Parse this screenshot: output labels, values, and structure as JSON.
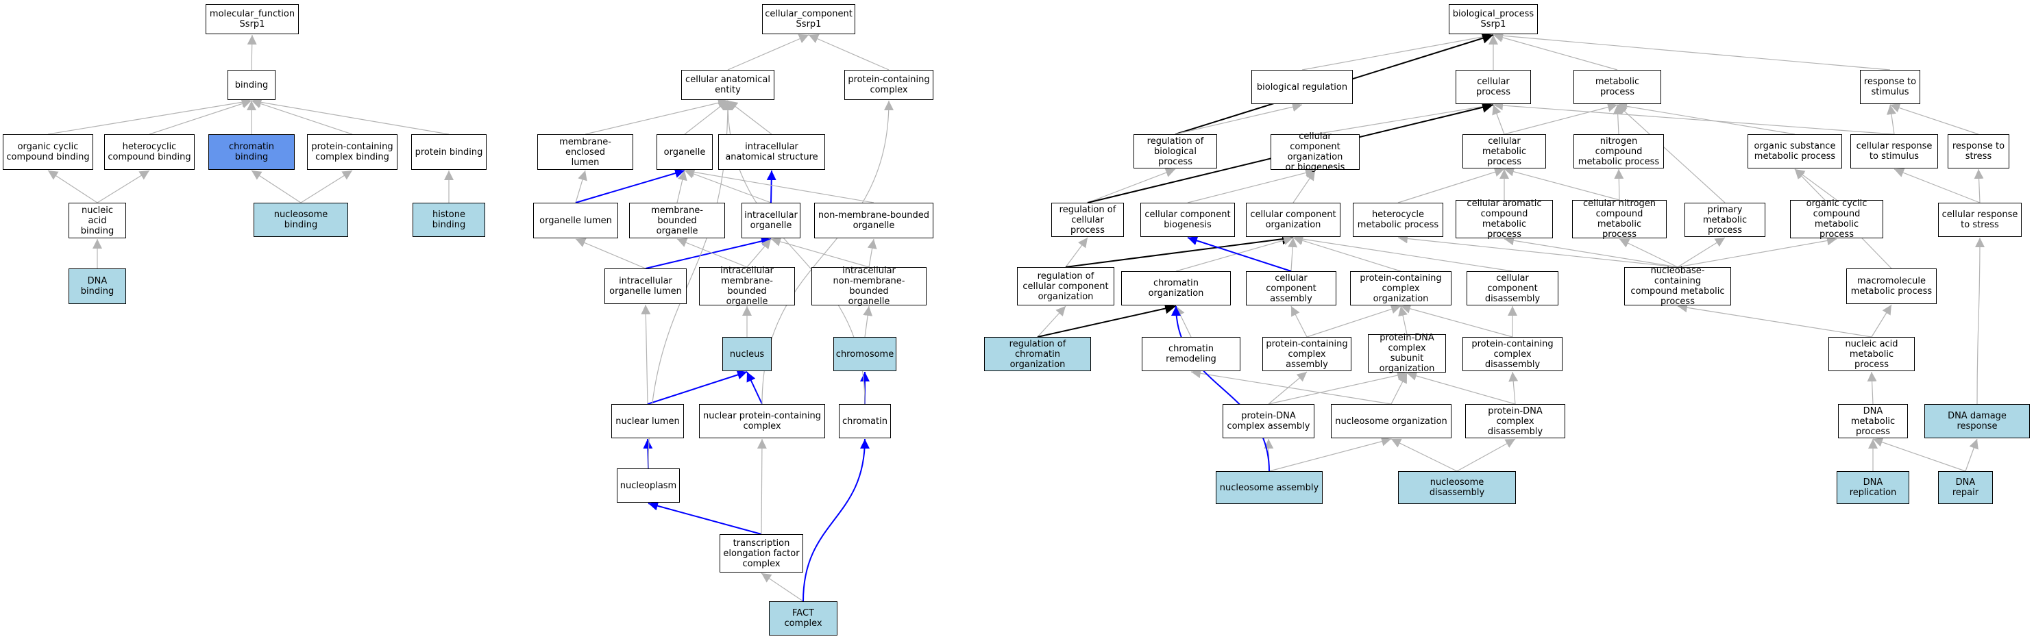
{
  "palette": {
    "edge_grey": "#b3b3b3",
    "edge_blue": "#0000ff",
    "edge_black": "#000000",
    "node_highlight": "#add8e6",
    "node_focus": "#6495ed",
    "node_default": "#ffffff"
  },
  "nodes": {
    "mf_root": "molecular_function\nSsrp1",
    "binding": "binding",
    "organic_cyclic_binding": "organic cyclic\ncompound binding",
    "heterocyclic_binding": "heterocyclic\ncompound binding",
    "chromatin_binding": "chromatin binding",
    "protein_containing_complex_binding": "protein-containing\ncomplex binding",
    "protein_binding": "protein binding",
    "nucleic_acid_binding": "nucleic acid\nbinding",
    "nucleosome_binding": "nucleosome binding",
    "histone_binding": "histone binding",
    "dna_binding": "DNA binding",
    "cc_root": "cellular_component\nSsrp1",
    "cellular_anatomical_entity": "cellular anatomical\nentity",
    "protein_containing_complex": "protein-containing\ncomplex",
    "membrane_enclosed_lumen": "membrane-enclosed\nlumen",
    "organelle": "organelle",
    "intracellular_anatomical_structure": "intracellular\nanatomical structure",
    "organelle_lumen": "organelle lumen",
    "membrane_bounded_organelle": "membrane-bounded\norganelle",
    "intracellular_organelle": "intracellular\norganelle",
    "non_membrane_bounded_organelle": "non-membrane-bounded\norganelle",
    "intracellular_organelle_lumen": "intracellular\norganelle lumen",
    "intracellular_membrane_bounded_organelle": "intracellular\nmembrane-bounded\norganelle",
    "intracellular_non_membrane_bounded_organelle": "intracellular\nnon-membrane-bounded\norganelle",
    "nucleus": "nucleus",
    "chromosome": "chromosome",
    "nuclear_lumen": "nuclear lumen",
    "nuclear_protein_containing_complex": "nuclear protein-containing\ncomplex",
    "chromatin": "chromatin",
    "nucleoplasm": "nucleoplasm",
    "transcription_elongation_factor_complex": "transcription\nelongation factor\ncomplex",
    "fact_complex": "FACT complex",
    "bp_root": "biological_process\nSsrp1",
    "biological_regulation": "biological regulation",
    "cellular_process": "cellular process",
    "metabolic_process": "metabolic process",
    "response_to_stimulus": "response to\nstimulus",
    "regulation_of_biological_process": "regulation of\nbiological process",
    "cellular_component_organization_or_biogenesis": "cellular component\norganization\nor biogenesis",
    "cellular_metabolic_process": "cellular metabolic\nprocess",
    "nitrogen_compound_metabolic_process": "nitrogen compound\nmetabolic process",
    "organic_substance_metabolic_process": "organic substance\nmetabolic process",
    "cellular_response_to_stimulus": "cellular response\nto stimulus",
    "response_to_stress": "response to\nstress",
    "regulation_of_cellular_process": "regulation of\ncellular process",
    "cellular_component_biogenesis": "cellular component\nbiogenesis",
    "cellular_component_organization": "cellular component\norganization",
    "heterocycle_metabolic_process": "heterocycle\nmetabolic process",
    "cellular_aromatic_compound_metabolic_process": "cellular aromatic\ncompound metabolic\nprocess",
    "cellular_nitrogen_compound_metabolic_process": "cellular nitrogen\ncompound metabolic\nprocess",
    "primary_metabolic_process": "primary metabolic\nprocess",
    "organic_cyclic_compound_metabolic_process": "organic cyclic\ncompound metabolic\nprocess",
    "cellular_response_to_stress": "cellular response\nto stress",
    "regulation_of_cellular_component_organization": "regulation of\ncellular component\norganization",
    "chromatin_organization": "chromatin organization",
    "cellular_component_assembly": "cellular component\nassembly",
    "protein_containing_complex_organization": "protein-containing\ncomplex organization",
    "cellular_component_disassembly": "cellular component\ndisassembly",
    "nucleobase_containing_compound_metabolic_process": "nucleobase-containing\ncompound metabolic\nprocess",
    "macromolecule_metabolic_process": "macromolecule\nmetabolic process",
    "regulation_of_chromatin_organization": "regulation of\nchromatin organization",
    "chromatin_remodeling": "chromatin remodeling",
    "protein_containing_complex_assembly": "protein-containing\ncomplex assembly",
    "protein_dna_complex_subunit_organization": "protein-DNA\ncomplex subunit\norganization",
    "protein_containing_complex_disassembly": "protein-containing\ncomplex disassembly",
    "nucleic_acid_metabolic_process": "nucleic acid\nmetabolic process",
    "protein_dna_complex_assembly": "protein-DNA\ncomplex assembly",
    "nucleosome_organization": "nucleosome organization",
    "protein_dna_complex_disassembly": "protein-DNA\ncomplex disassembly",
    "dna_metabolic_process": "DNA metabolic\nprocess",
    "dna_damage_response": "DNA damage response",
    "nucleosome_assembly": "nucleosome assembly",
    "nucleosome_disassembly": "nucleosome disassembly",
    "dna_replication": "DNA replication",
    "dna_repair": "DNA repair"
  },
  "node_status": {
    "chromatin_binding": "focus",
    "nucleosome_binding": "highlight",
    "histone_binding": "highlight",
    "dna_binding": "highlight",
    "nucleus": "highlight",
    "chromosome": "highlight",
    "fact_complex": "highlight",
    "regulation_of_chromatin_organization": "highlight",
    "nucleosome_assembly": "highlight",
    "nucleosome_disassembly": "highlight",
    "dna_replication": "highlight",
    "dna_repair": "highlight",
    "dna_damage_response": "highlight"
  },
  "edges": [
    [
      "binding",
      "mf_root",
      "grey"
    ],
    [
      "organic_cyclic_binding",
      "binding",
      "grey"
    ],
    [
      "heterocyclic_binding",
      "binding",
      "grey"
    ],
    [
      "chromatin_binding",
      "binding",
      "grey"
    ],
    [
      "protein_containing_complex_binding",
      "binding",
      "grey"
    ],
    [
      "protein_binding",
      "binding",
      "grey"
    ],
    [
      "nucleic_acid_binding",
      "organic_cyclic_binding",
      "grey"
    ],
    [
      "nucleic_acid_binding",
      "heterocyclic_binding",
      "grey"
    ],
    [
      "nucleosome_binding",
      "chromatin_binding",
      "grey"
    ],
    [
      "nucleosome_binding",
      "protein_containing_complex_binding",
      "grey"
    ],
    [
      "histone_binding",
      "protein_binding",
      "grey"
    ],
    [
      "dna_binding",
      "nucleic_acid_binding",
      "grey"
    ],
    [
      "cellular_anatomical_entity",
      "cc_root",
      "grey"
    ],
    [
      "protein_containing_complex",
      "cc_root",
      "grey"
    ],
    [
      "membrane_enclosed_lumen",
      "cellular_anatomical_entity",
      "grey"
    ],
    [
      "organelle",
      "cellular_anatomical_entity",
      "grey"
    ],
    [
      "intracellular_anatomical_structure",
      "cellular_anatomical_entity",
      "grey"
    ],
    [
      "organelle_lumen",
      "membrane_enclosed_lumen",
      "grey"
    ],
    [
      "organelle_lumen",
      "organelle",
      "blue"
    ],
    [
      "membrane_bounded_organelle",
      "organelle",
      "grey"
    ],
    [
      "intracellular_organelle",
      "organelle",
      "grey"
    ],
    [
      "intracellular_organelle",
      "intracellular_anatomical_structure",
      "blue"
    ],
    [
      "non_membrane_bounded_organelle",
      "organelle",
      "grey"
    ],
    [
      "intracellular_organelle_lumen",
      "organelle_lumen",
      "grey"
    ],
    [
      "intracellular_organelle_lumen",
      "intracellular_organelle",
      "blue"
    ],
    [
      "intracellular_membrane_bounded_organelle",
      "membrane_bounded_organelle",
      "grey"
    ],
    [
      "intracellular_membrane_bounded_organelle",
      "intracellular_organelle",
      "grey"
    ],
    [
      "intracellular_non_membrane_bounded_organelle",
      "intracellular_organelle",
      "grey"
    ],
    [
      "intracellular_non_membrane_bounded_organelle",
      "non_membrane_bounded_organelle",
      "grey"
    ],
    [
      "nucleus",
      "intracellular_membrane_bounded_organelle",
      "grey"
    ],
    [
      "chromosome",
      "intracellular_non_membrane_bounded_organelle",
      "grey"
    ],
    [
      "nuclear_lumen",
      "intracellular_organelle_lumen",
      "grey"
    ],
    [
      "nuclear_lumen",
      "nucleus",
      "blue"
    ],
    [
      "nuclear_protein_containing_complex",
      "nucleus",
      "blue"
    ],
    [
      "nuclear_protein_containing_complex",
      "protein_containing_complex",
      "grey"
    ],
    [
      "chromatin",
      "chromosome",
      "blue"
    ],
    [
      "chromatin",
      "cellular_anatomical_entity",
      "grey"
    ],
    [
      "nucleoplasm",
      "nuclear_lumen",
      "blue"
    ],
    [
      "nucleoplasm",
      "cellular_anatomical_entity",
      "grey"
    ],
    [
      "transcription_elongation_factor_complex",
      "nucleoplasm",
      "blue"
    ],
    [
      "transcription_elongation_factor_complex",
      "nuclear_protein_containing_complex",
      "grey"
    ],
    [
      "fact_complex",
      "transcription_elongation_factor_complex",
      "grey"
    ],
    [
      "fact_complex",
      "chromatin",
      "blue"
    ],
    [
      "biological_regulation",
      "bp_root",
      "grey"
    ],
    [
      "cellular_process",
      "bp_root",
      "grey"
    ],
    [
      "metabolic_process",
      "bp_root",
      "grey"
    ],
    [
      "response_to_stimulus",
      "bp_root",
      "grey"
    ],
    [
      "regulation_of_biological_process",
      "bp_root",
      "black"
    ],
    [
      "regulation_of_biological_process",
      "biological_regulation",
      "grey"
    ],
    [
      "cellular_component_organization_or_biogenesis",
      "cellular_process",
      "grey"
    ],
    [
      "cellular_metabolic_process",
      "cellular_process",
      "grey"
    ],
    [
      "cellular_metabolic_process",
      "metabolic_process",
      "grey"
    ],
    [
      "nitrogen_compound_metabolic_process",
      "metabolic_process",
      "grey"
    ],
    [
      "organic_substance_metabolic_process",
      "metabolic_process",
      "grey"
    ],
    [
      "cellular_response_to_stimulus",
      "cellular_process",
      "grey"
    ],
    [
      "cellular_response_to_stimulus",
      "response_to_stimulus",
      "grey"
    ],
    [
      "response_to_stress",
      "response_to_stimulus",
      "grey"
    ],
    [
      "regulation_of_cellular_process",
      "regulation_of_biological_process",
      "grey"
    ],
    [
      "regulation_of_cellular_process",
      "cellular_process",
      "black"
    ],
    [
      "cellular_component_biogenesis",
      "cellular_component_organization_or_biogenesis",
      "grey"
    ],
    [
      "cellular_component_organization",
      "cellular_component_organization_or_biogenesis",
      "grey"
    ],
    [
      "heterocycle_metabolic_process",
      "cellular_metabolic_process",
      "grey"
    ],
    [
      "cellular_aromatic_compound_metabolic_process",
      "cellular_metabolic_process",
      "grey"
    ],
    [
      "cellular_nitrogen_compound_metabolic_process",
      "cellular_metabolic_process",
      "grey"
    ],
    [
      "cellular_nitrogen_compound_metabolic_process",
      "nitrogen_compound_metabolic_process",
      "grey"
    ],
    [
      "primary_metabolic_process",
      "metabolic_process",
      "grey"
    ],
    [
      "organic_cyclic_compound_metabolic_process",
      "organic_substance_metabolic_process",
      "grey"
    ],
    [
      "cellular_response_to_stress",
      "cellular_response_to_stimulus",
      "grey"
    ],
    [
      "cellular_response_to_stress",
      "response_to_stress",
      "grey"
    ],
    [
      "regulation_of_cellular_component_organization",
      "regulation_of_cellular_process",
      "grey"
    ],
    [
      "regulation_of_cellular_component_organization",
      "cellular_component_organization",
      "black"
    ],
    [
      "chromatin_organization",
      "cellular_component_organization",
      "grey"
    ],
    [
      "cellular_component_assembly",
      "cellular_component_organization",
      "grey"
    ],
    [
      "cellular_component_assembly",
      "cellular_component_biogenesis",
      "blue"
    ],
    [
      "protein_containing_complex_organization",
      "cellular_component_organization",
      "grey"
    ],
    [
      "cellular_component_disassembly",
      "cellular_component_organization",
      "grey"
    ],
    [
      "nucleobase_containing_compound_metabolic_process",
      "heterocycle_metabolic_process",
      "grey"
    ],
    [
      "nucleobase_containing_compound_metabolic_process",
      "cellular_aromatic_compound_metabolic_process",
      "grey"
    ],
    [
      "nucleobase_containing_compound_metabolic_process",
      "cellular_nitrogen_compound_metabolic_process",
      "grey"
    ],
    [
      "nucleobase_containing_compound_metabolic_process",
      "primary_metabolic_process",
      "grey"
    ],
    [
      "nucleobase_containing_compound_metabolic_process",
      "organic_cyclic_compound_metabolic_process",
      "grey"
    ],
    [
      "macromolecule_metabolic_process",
      "organic_substance_metabolic_process",
      "grey"
    ],
    [
      "regulation_of_chromatin_organization",
      "regulation_of_cellular_component_organization",
      "grey"
    ],
    [
      "regulation_of_chromatin_organization",
      "chromatin_organization",
      "black"
    ],
    [
      "chromatin_remodeling",
      "chromatin_organization",
      "grey"
    ],
    [
      "protein_containing_complex_assembly",
      "cellular_component_assembly",
      "grey"
    ],
    [
      "protein_containing_complex_assembly",
      "protein_containing_complex_organization",
      "grey"
    ],
    [
      "protein_dna_complex_subunit_organization",
      "protein_containing_complex_organization",
      "grey"
    ],
    [
      "protein_containing_complex_disassembly",
      "protein_containing_complex_organization",
      "grey"
    ],
    [
      "protein_containing_complex_disassembly",
      "cellular_component_disassembly",
      "grey"
    ],
    [
      "nucleic_acid_metabolic_process",
      "nucleobase_containing_compound_metabolic_process",
      "grey"
    ],
    [
      "nucleic_acid_metabolic_process",
      "macromolecule_metabolic_process",
      "grey"
    ],
    [
      "protein_dna_complex_assembly",
      "protein_containing_complex_assembly",
      "grey"
    ],
    [
      "protein_dna_complex_assembly",
      "protein_dna_complex_subunit_organization",
      "grey"
    ],
    [
      "nucleosome_organization",
      "protein_dna_complex_subunit_organization",
      "grey"
    ],
    [
      "nucleosome_organization",
      "chromatin_remodeling",
      "grey"
    ],
    [
      "protein_dna_complex_disassembly",
      "protein_dna_complex_subunit_organization",
      "grey"
    ],
    [
      "protein_dna_complex_disassembly",
      "protein_containing_complex_disassembly",
      "grey"
    ],
    [
      "dna_metabolic_process",
      "nucleic_acid_metabolic_process",
      "grey"
    ],
    [
      "dna_damage_response",
      "cellular_response_to_stress",
      "grey"
    ],
    [
      "nucleosome_assembly",
      "protein_dna_complex_assembly",
      "grey"
    ],
    [
      "nucleosome_assembly",
      "nucleosome_organization",
      "grey"
    ],
    [
      "nucleosome_assembly",
      "chromatin_organization",
      "blue"
    ],
    [
      "nucleosome_disassembly",
      "nucleosome_organization",
      "grey"
    ],
    [
      "nucleosome_disassembly",
      "protein_dna_complex_disassembly",
      "grey"
    ],
    [
      "dna_replication",
      "dna_metabolic_process",
      "grey"
    ],
    [
      "dna_repair",
      "dna_metabolic_process",
      "grey"
    ],
    [
      "dna_repair",
      "dna_damage_response",
      "grey"
    ]
  ]
}
